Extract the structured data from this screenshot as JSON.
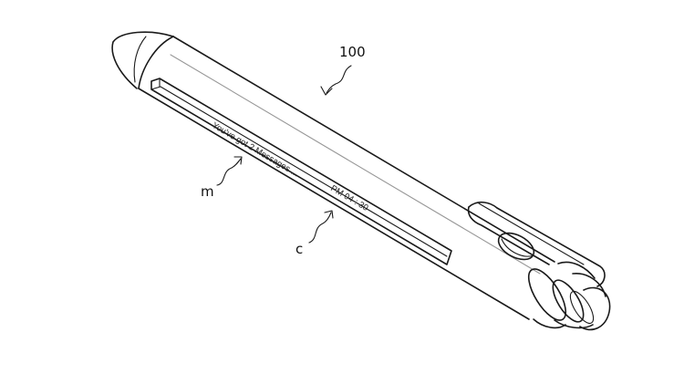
{
  "figure": {
    "reference_labels": {
      "device": "100",
      "display_region": "m",
      "display_content": "c"
    },
    "display_message": "You've got 2 Messages ...",
    "display_time": "PM 04 : 30"
  }
}
